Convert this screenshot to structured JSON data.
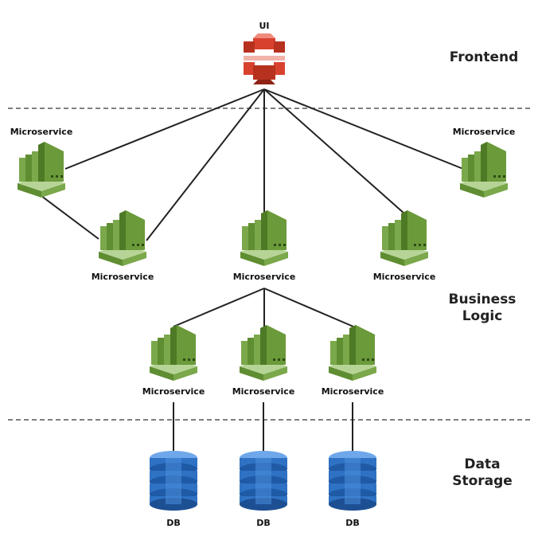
{
  "tiers": {
    "frontend": "Frontend",
    "business": [
      "Business",
      "Logic"
    ],
    "storage": [
      "Data",
      "Storage"
    ]
  },
  "nodes": {
    "ui": "UI",
    "ms_top_left": "Microservice",
    "ms_top_right": "Microservice",
    "ms_mid_left": "Microservice",
    "ms_mid_center": "Microservice",
    "ms_mid_right": "Microservice",
    "ms_low_left": "Microservice",
    "ms_low_center": "Microservice",
    "ms_low_right": "Microservice",
    "db_left": "DB",
    "db_center": "DB",
    "db_right": "DB"
  },
  "colors": {
    "ui": "#d9412f",
    "microservice": "#6b9a3a",
    "db": "#2f72c4",
    "edge": "#222222",
    "divider": "#555555"
  }
}
